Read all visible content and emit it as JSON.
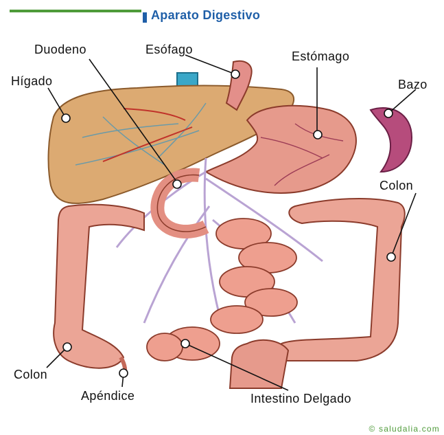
{
  "header": {
    "title": "Aparato Digestivo"
  },
  "labels": {
    "duodeno": "Duodeno",
    "esofago": "Esófago",
    "estomago": "Estómago",
    "higado": "Hígado",
    "bazo": "Bazo",
    "colon_right": "Colon",
    "colon_left": "Colon",
    "apendice": "Apéndice",
    "intestino": "Intestino Delgado"
  },
  "credit": "© saludalia.com",
  "colors": {
    "title": "#1f5fa8",
    "accent_line": "#4f9b3a",
    "organ_pink": "#e9a08e",
    "organ_outline": "#8b3b2b",
    "liver": "#d9a36c",
    "vessel_purple": "#b8a0d0",
    "spleen": "#b04a7a"
  }
}
